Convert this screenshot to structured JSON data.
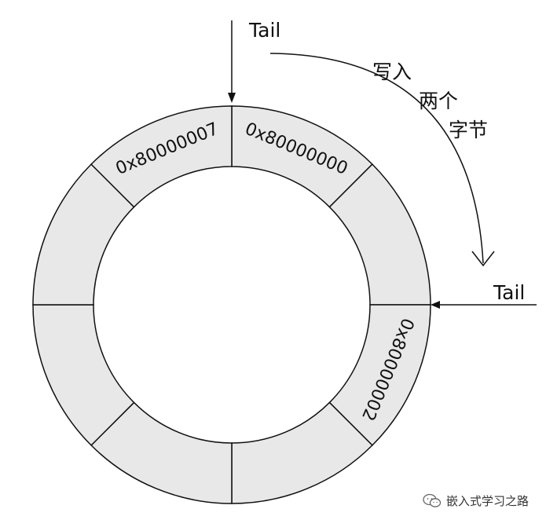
{
  "diagram": {
    "tail_top_label": "Tail",
    "tail_right_label": "Tail",
    "write_caption": [
      "写入",
      "两个",
      "字节"
    ],
    "slots": [
      {
        "value": "0x80000000"
      },
      {
        "value": ""
      },
      {
        "value": "0x80000002"
      },
      {
        "value": ""
      },
      {
        "value": ""
      },
      {
        "value": ""
      },
      {
        "value": ""
      },
      {
        "value": "0x80000007"
      }
    ],
    "slot_fill_color": "#e8e8e8",
    "stroke_color": "#111111"
  },
  "watermark": {
    "text": "嵌入式学习之路",
    "icon": "wechat-icon"
  }
}
